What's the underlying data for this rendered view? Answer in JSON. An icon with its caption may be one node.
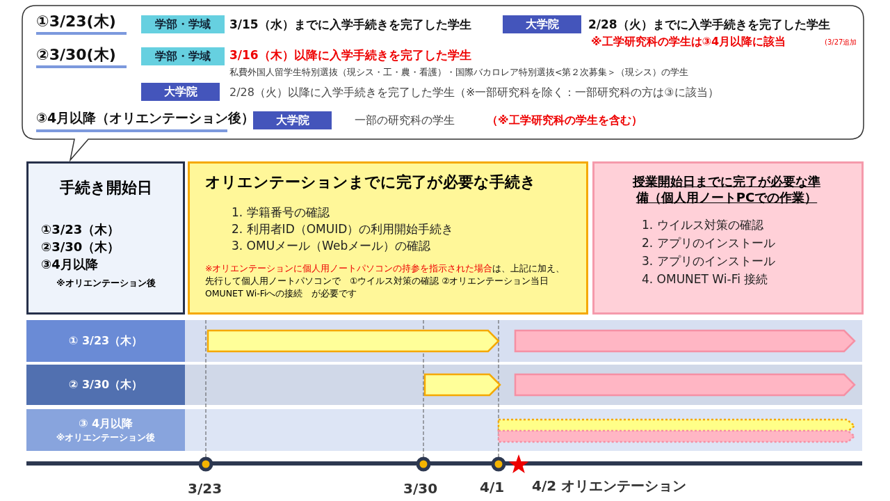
{
  "diagram": {
    "nodes": [
      {
        "text": [
          "①3/23(木)",
          "3/15（水）までに入学手続きを完了した学生",
          "2/28（火）までに入学手続きを完了した学生",
          "※工学研究科の学生は③4月以降に該当",
          "(3/27追加",
          "②3/30(木)",
          "3/16（木）以降に入学手続きを完了した学生",
          "私費外国人留学生特別選抜（現シス・工・農・看護）・国際バカロレア特別選抜<第２次募集＞（現シス）の学生",
          "2/28（火）以降に入学手続きを完了した学生（※一部研究科を除く：一部研究科の方は③に該当）",
          "③4月以降（オリエンテーション後）",
          "一部の研究科の学生",
          "（※工学研究科の学生を含む）"
        ]
      },
      {
        "text": [
          "学部・学域"
        ],
        "in": 0
      },
      {
        "text": [
          "大学院"
        ],
        "in": 0
      },
      {
        "text": [
          "学部・学域"
        ],
        "in": 0
      },
      {
        "text": [
          "大学院"
        ],
        "in": 0
      },
      {
        "text": [
          "大学院"
        ],
        "in": 0
      },
      {
        "text": [
          "手続き開始日",
          "①3/23（木） ②3/30（木） ③4月以降",
          "※オリエンテーション後"
        ]
      },
      {
        "text": [
          "オリエンテーションまでに完了が必要な手続き",
          "1. 学籍番号の確認",
          "2. 利用者ID（OMUID）の利用開始手続き",
          "3. OMUメール（Webメール）の確認",
          "※オリエンテーションに個人用ノートパソコンの持参を指示された場合",
          "は、上記に加え、先行して個人用ノートパソコンで　①ウイルス対策の確認 ②オリエンテーション当日　OMUNET Wi-Fiへの接続　が必要です"
        ]
      },
      {
        "text": [
          "授業開始日までに完了が必要な準備（個人用ノートPCでの作業）",
          "1. ウイルス対策の確認",
          "2. アプリのインストール",
          "3. アプリのインストール",
          "4. OMUNET Wi-Fi 接続"
        ]
      },
      {
        "text": [
          "① 3/23（木）"
        ]
      },
      {
        "text": [
          "② 3/30（木）"
        ]
      },
      {
        "text": [
          "③ 4月以降",
          "※オリエンテーション後"
        ]
      },
      {
        "text": [],
        "shape": "bar"
      },
      {
        "text": [],
        "shape": "bar"
      },
      {
        "text": [],
        "shape": "bar"
      },
      {
        "text": [],
        "shape": "bar"
      },
      {
        "text": [],
        "shape": "bar"
      },
      {
        "text": [],
        "shape": "bar"
      }
    ],
    "labels": [
      "3/23",
      "3/30",
      "4/1",
      "4/2 オリエンテーション"
    ]
  }
}
